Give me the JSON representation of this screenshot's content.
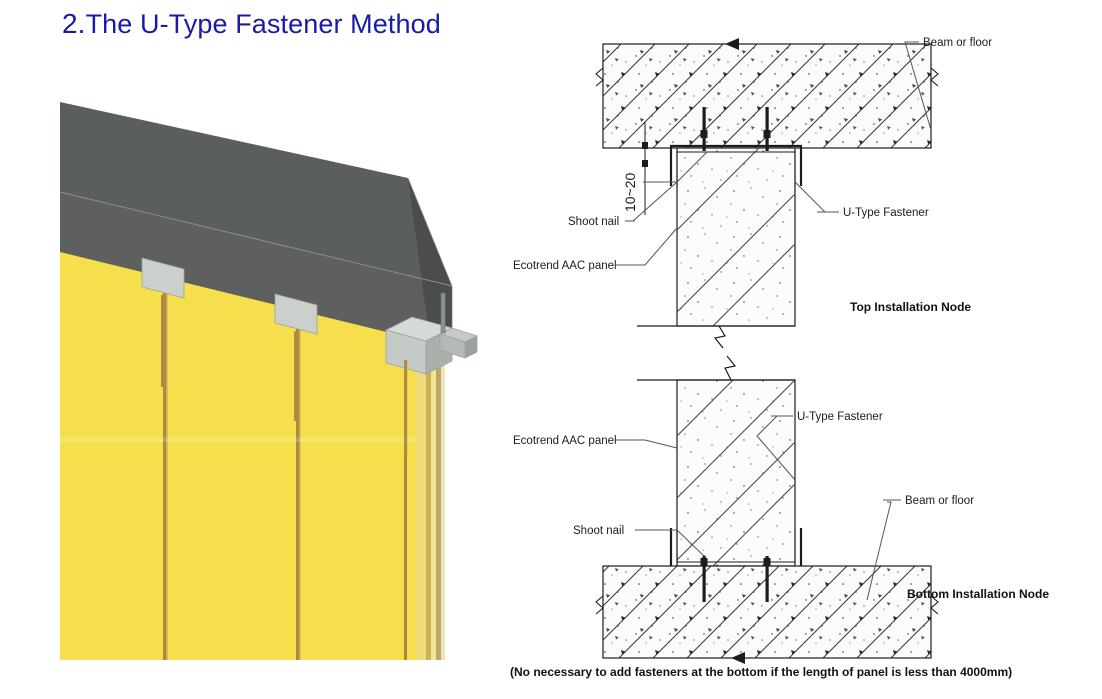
{
  "slide": {
    "number": "2.",
    "title": "The U-Type Fastener Method"
  },
  "colors": {
    "title": "#1a1aa8",
    "beam_top": "#5a5e5c",
    "beam_front": "#5d605f",
    "beam_side": "#4a4d4c",
    "panel_yellow": "#f5df4d",
    "panel_yellow_light": "#f7e572",
    "panel_joint": "#a8833f",
    "fastener_gray": "#c8ccc8",
    "fastener_gray_dark": "#9aa09c",
    "line": "#1c1c1c",
    "leader": "#555555",
    "concrete_fill": "#fbfbfb"
  },
  "render_3d": {
    "name": "3D isometric view of U-Type fastener installation",
    "parts": [
      "concrete-beam",
      "aac-wall-panels",
      "u-type-fastener-plates",
      "shoot-nails"
    ]
  },
  "top_node": {
    "caption": "Top Installation Node",
    "dimension": "10~20",
    "labels": [
      {
        "id": "beam-or-floor",
        "text": "Beam or floor"
      },
      {
        "id": "u-type-fastener",
        "text": "U-Type Fastener"
      },
      {
        "id": "shoot-nail",
        "text": "Shoot nail"
      },
      {
        "id": "ecotrend-aac-panel",
        "text": "Ecotrend AAC panel"
      }
    ]
  },
  "bottom_node": {
    "caption": "Bottom Installation Node",
    "labels": [
      {
        "id": "u-type-fastener",
        "text": "U-Type Fastener"
      },
      {
        "id": "ecotrend-aac-panel",
        "text": "Ecotrend AAC panel"
      },
      {
        "id": "shoot-nail",
        "text": "Shoot nail"
      },
      {
        "id": "beam-or-floor",
        "text": "Beam or floor"
      }
    ]
  },
  "footer": {
    "note": "(No necessary to add fasteners at the bottom if the length of panel is less than 4000mm)"
  }
}
